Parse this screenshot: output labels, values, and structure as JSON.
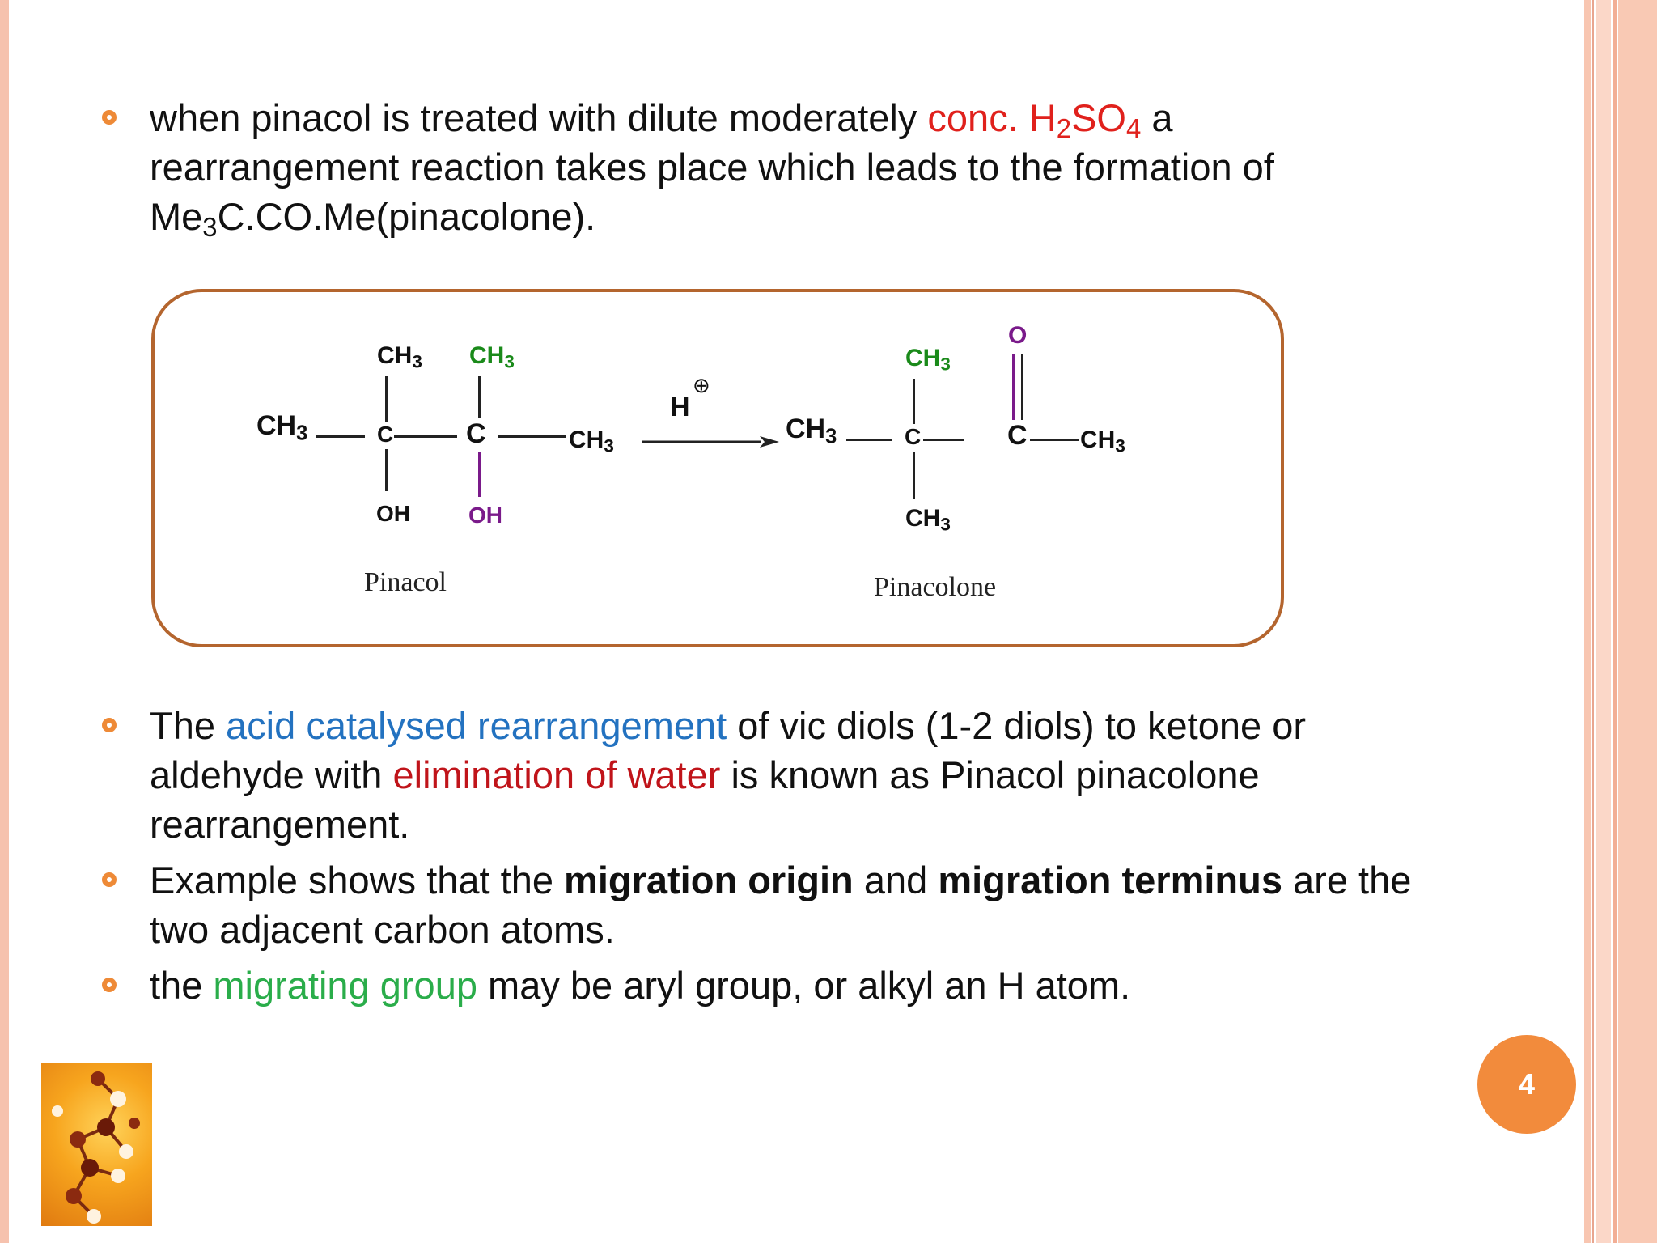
{
  "bullets_top": [
    {
      "parts": [
        {
          "text": "when pinacol is treated with dilute moderately ",
          "style": ""
        },
        {
          "text": "conc. H",
          "style": "red"
        },
        {
          "text": "2",
          "style": "red-sub"
        },
        {
          "text": "SO",
          "style": "red"
        },
        {
          "text": "4",
          "style": "red-sub"
        },
        {
          "text": " a rearrangement reaction takes place which leads to the formation of Me",
          "style": ""
        },
        {
          "text": "3",
          "style": "sub"
        },
        {
          "text": "C.CO.Me(pinacolone).",
          "style": ""
        }
      ]
    }
  ],
  "reaction": {
    "pinacol": {
      "left_ch3": "CH",
      "ch3_sub": "3",
      "c1": "C",
      "c2": "C",
      "top1": "CH",
      "top2": "CH",
      "bottom1": "OH",
      "bottom2": "OH",
      "right_ch3": "CH",
      "label": "Pinacol"
    },
    "reagent": {
      "h": "H",
      "charge": "⊕"
    },
    "pinacolone": {
      "left_ch3": "CH",
      "c1": "C",
      "c2": "C",
      "top": "CH",
      "bottom": "CH",
      "o": "O",
      "right_ch3": "CH",
      "label": "Pinacolone"
    },
    "colors": {
      "green": "#1a8a1a",
      "purple": "#7a1a8a",
      "border": "#b4652e"
    }
  },
  "bullets_bottom": [
    {
      "parts": [
        {
          "text": "The ",
          "style": ""
        },
        {
          "text": "acid catalysed rearrangement",
          "style": "blue"
        },
        {
          "text": " of vic diols (1-2 diols) to ketone or aldehyde with ",
          "style": ""
        },
        {
          "text": "elimination of water",
          "style": "dred"
        },
        {
          "text": " is known as Pinacol pinacolone rearrangement.",
          "style": ""
        }
      ]
    },
    {
      "parts": [
        {
          "text": "Example shows that the ",
          "style": ""
        },
        {
          "text": "migration origin",
          "style": "bold"
        },
        {
          "text": " and ",
          "style": ""
        },
        {
          "text": "migration terminus",
          "style": "bold"
        },
        {
          "text": " are the two adjacent carbon atoms.",
          "style": ""
        }
      ]
    },
    {
      "parts": [
        {
          "text": "the ",
          "style": ""
        },
        {
          "text": "migrating group",
          "style": "green"
        },
        {
          "text": " may be aryl group, or alkyl an H atom.",
          "style": ""
        }
      ]
    }
  ],
  "page_number": "4",
  "accent_color": "#f28b3c",
  "icon": "molecule-image"
}
